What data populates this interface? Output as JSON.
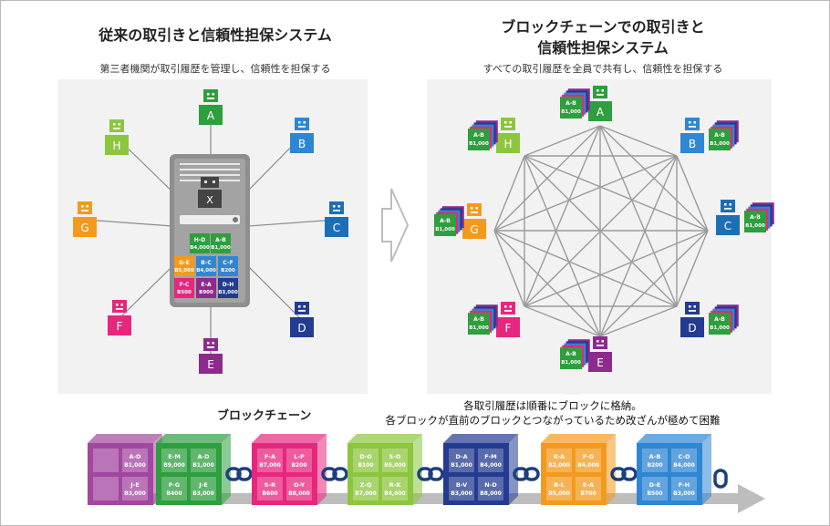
{
  "left": {
    "title": "従来の取引きと信頼性担保システム",
    "subtitle": "第三者機関が取引履歴を管理し、信頼性を担保する",
    "center_node": "X",
    "ledger": [
      {
        "t": "H-D",
        "v": "B4,000",
        "c": "#2e9e3e"
      },
      {
        "t": "A-B",
        "v": "B1,000",
        "c": "#2e9e3e"
      },
      {
        "t": "G-E",
        "v": "B5,000",
        "c": "#f39a1e"
      },
      {
        "t": "B-C",
        "v": "B4,000",
        "c": "#2f86d3"
      },
      {
        "t": "C-F",
        "v": "B200",
        "c": "#2f86d3"
      },
      {
        "t": "F-C",
        "v": "B500",
        "c": "#e8267e"
      },
      {
        "t": "E-A",
        "v": "B900",
        "c": "#8e2a8e"
      },
      {
        "t": "D-H",
        "v": "B3,000",
        "c": "#233b91"
      }
    ]
  },
  "right": {
    "title_line1": "ブロックチェーンでの取引きと",
    "title_line2": "信頼性担保システム",
    "subtitle": "すべての取引履歴を全員で共有し、信頼性を担保する",
    "block_label": "A-B",
    "block_value": "B1,000"
  },
  "nodes": [
    {
      "id": "A",
      "color": "#2e9e3e"
    },
    {
      "id": "B",
      "color": "#2f86d3"
    },
    {
      "id": "C",
      "color": "#1d6fb5"
    },
    {
      "id": "D",
      "color": "#233b91"
    },
    {
      "id": "E",
      "color": "#8e2a8e"
    },
    {
      "id": "F",
      "color": "#e8267e"
    },
    {
      "id": "G",
      "color": "#f39a1e"
    },
    {
      "id": "H",
      "color": "#8cc63f"
    }
  ],
  "chain": {
    "title": "ブロックチェーン",
    "note_line1": "各取引履歴は順番にブロックに格納。",
    "note_line2": "各ブロックが直前のブロックとつながっているため改ざんが極めて困難",
    "blocks": [
      {
        "color": "#a2479f",
        "cells": [
          {
            "t": "",
            "v": ""
          },
          {
            "t": "A-D",
            "v": "B1,000"
          },
          {
            "t": "",
            "v": ""
          },
          {
            "t": "J-E",
            "v": "B3,000"
          }
        ]
      },
      {
        "color": "#2e9e3e",
        "cells": [
          {
            "t": "E-M",
            "v": "B9,000"
          },
          {
            "t": "A-D",
            "v": "B1,000"
          },
          {
            "t": "F-G",
            "v": "B400"
          },
          {
            "t": "J-E",
            "v": "B3,000"
          }
        ]
      },
      {
        "color": "#e8267e",
        "cells": [
          {
            "t": "F-A",
            "v": "B7,000"
          },
          {
            "t": "L-P",
            "v": "B200"
          },
          {
            "t": "S-R",
            "v": "B600"
          },
          {
            "t": "O-Y",
            "v": "B8,000"
          }
        ]
      },
      {
        "color": "#8cc63f",
        "cells": [
          {
            "t": "D-G",
            "v": "B100"
          },
          {
            "t": "S-O",
            "v": "B5,000"
          },
          {
            "t": "Z-Q",
            "v": "B7,000"
          },
          {
            "t": "R-K",
            "v": "B4,600"
          }
        ]
      },
      {
        "color": "#233b91",
        "cells": [
          {
            "t": "D-A",
            "v": "B1,000"
          },
          {
            "t": "F-M",
            "v": "B4,000"
          },
          {
            "t": "B-V",
            "v": "B3,000"
          },
          {
            "t": "N-D",
            "v": "B8,000"
          }
        ]
      },
      {
        "color": "#f39a1e",
        "cells": [
          {
            "t": "K-A",
            "v": "B2,000"
          },
          {
            "t": "F-G",
            "v": "B4,000"
          },
          {
            "t": "B-L",
            "v": "B5,000"
          },
          {
            "t": "E-A",
            "v": "B700"
          }
        ]
      },
      {
        "color": "#2f86d3",
        "cells": [
          {
            "t": "A-B",
            "v": "B200"
          },
          {
            "t": "C-D",
            "v": "B4,000"
          },
          {
            "t": "D-E",
            "v": "B500"
          },
          {
            "t": "F-H",
            "v": "B3,000"
          }
        ]
      }
    ]
  }
}
